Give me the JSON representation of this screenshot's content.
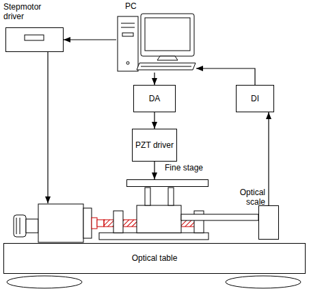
{
  "diagram": {
    "nodes": [
      {
        "text": [
          "Stepmotor driver"
        ]
      },
      {
        "text": [
          "PC"
        ]
      },
      {
        "text": [
          "DA"
        ]
      },
      {
        "text": [
          "DI"
        ]
      },
      {
        "text": [
          "PZT driver"
        ]
      },
      {
        "text": [
          "Fine stage"
        ]
      },
      {
        "text": [
          "Optical scale"
        ]
      },
      {
        "text": [
          "Optical table"
        ]
      }
    ],
    "edges": [
      {
        "from": 1,
        "to": 0,
        "arrow": "to"
      },
      {
        "from": 1,
        "to": 2,
        "arrow": "to"
      },
      {
        "from": 3,
        "to": 1,
        "arrow": "to"
      },
      {
        "from": 2,
        "to": 4,
        "arrow": "to"
      },
      {
        "from": 4,
        "to": 5,
        "arrow": "to"
      },
      {
        "from": 6,
        "to": 3,
        "arrow": "to"
      }
    ]
  }
}
